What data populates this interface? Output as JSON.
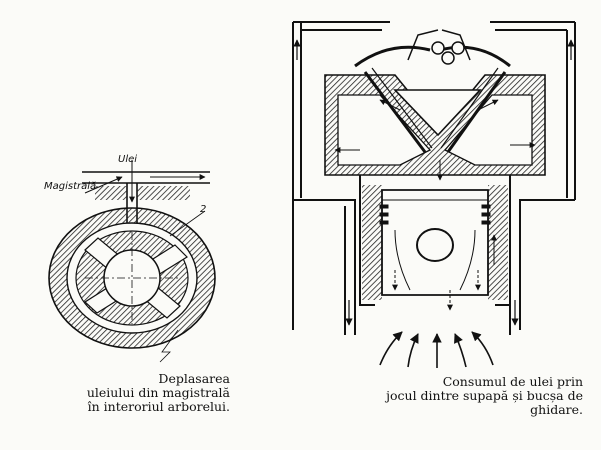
{
  "left_figure": {
    "label_oil": "Ulei",
    "label_main": "Magistrală",
    "label_2": "2",
    "caption_lines": [
      "Deplasarea",
      "uleiului din magistrală",
      "în interoriul arborelui."
    ]
  },
  "right_figure": {
    "caption_lines": [
      "Consumul de ulei prin",
      "jocul dintre supapă și bucșa de",
      "ghidare."
    ]
  }
}
